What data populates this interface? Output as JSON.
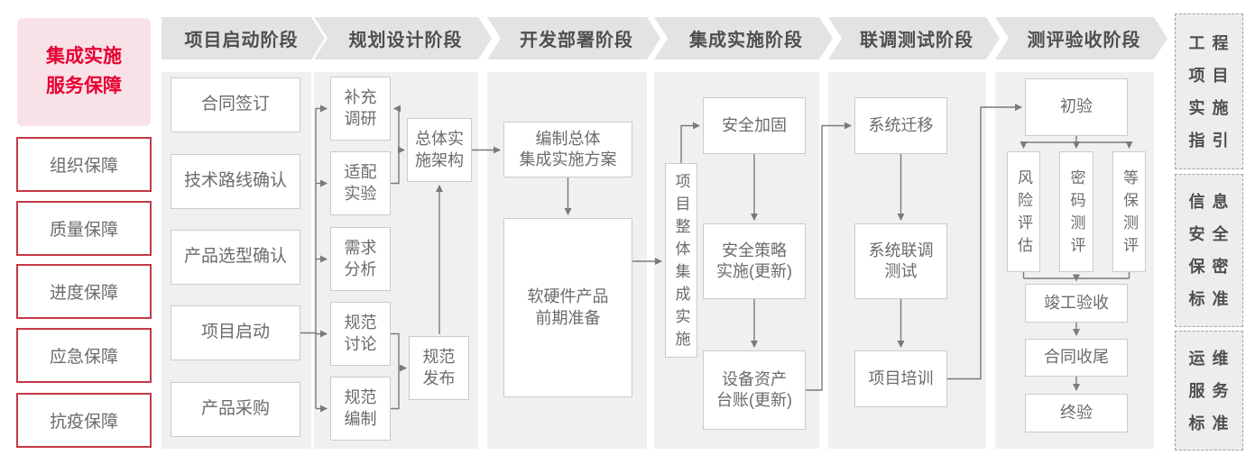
{
  "left_panel": {
    "title": "集成实施\n服务保障",
    "items": [
      {
        "label": "组织保障"
      },
      {
        "label": "质量保障"
      },
      {
        "label": "进度保障"
      },
      {
        "label": "应急保障"
      },
      {
        "label": "抗疫保障"
      }
    ]
  },
  "phases": [
    {
      "label": "项目启动阶段",
      "boxes": [
        {
          "label": "合同签订"
        },
        {
          "label": "技术路线确认"
        },
        {
          "label": "产品选型确认"
        },
        {
          "label": "项目启动"
        },
        {
          "label": "产品采购"
        }
      ]
    },
    {
      "label": "规划设计阶段",
      "boxes": [
        {
          "label": "补充\n调研"
        },
        {
          "label": "适配\n实验"
        },
        {
          "label": "需求\n分析"
        },
        {
          "label": "规范\n讨论"
        },
        {
          "label": "规范\n编制"
        },
        {
          "label": "总体实\n施架构"
        },
        {
          "label": "规范\n发布"
        }
      ]
    },
    {
      "label": "开发部署阶段",
      "boxes": [
        {
          "label": "编制总体\n集成实施方案"
        },
        {
          "label": "软硬件产品\n前期准备"
        }
      ]
    },
    {
      "label": "集成实施阶段",
      "boxes": [
        {
          "label": "项目整体集成实施"
        },
        {
          "label": "安全加固"
        },
        {
          "label": "安全策略\n实施(更新)"
        },
        {
          "label": "设备资产\n台账(更新)"
        }
      ]
    },
    {
      "label": "联调测试阶段",
      "boxes": [
        {
          "label": "系统迁移"
        },
        {
          "label": "系统联调\n测试"
        },
        {
          "label": "项目培训"
        }
      ]
    },
    {
      "label": "测评验收阶段",
      "boxes": [
        {
          "label": "初验"
        },
        {
          "label": "风险评估"
        },
        {
          "label": "密码测评"
        },
        {
          "label": "等保测评"
        },
        {
          "label": "竣工验收"
        },
        {
          "label": "合同收尾"
        },
        {
          "label": "终验"
        }
      ]
    }
  ],
  "right_panel": {
    "items": [
      {
        "label": "工程\n项目\n实施\n指引"
      },
      {
        "label": "信息\n安全\n保密\n标准"
      },
      {
        "label": "运维\n服务\n标准"
      }
    ]
  },
  "colors": {
    "accent_red": "#e60032",
    "pink_bg": "#f9e2e7",
    "red_border": "#c43a45",
    "header_bg": "#e4e3e3",
    "column_bg": "#f1f0f0",
    "box_border": "#cbcbcb",
    "text_gray": "#6b6b6b",
    "line_gray": "#7a7a7a"
  }
}
